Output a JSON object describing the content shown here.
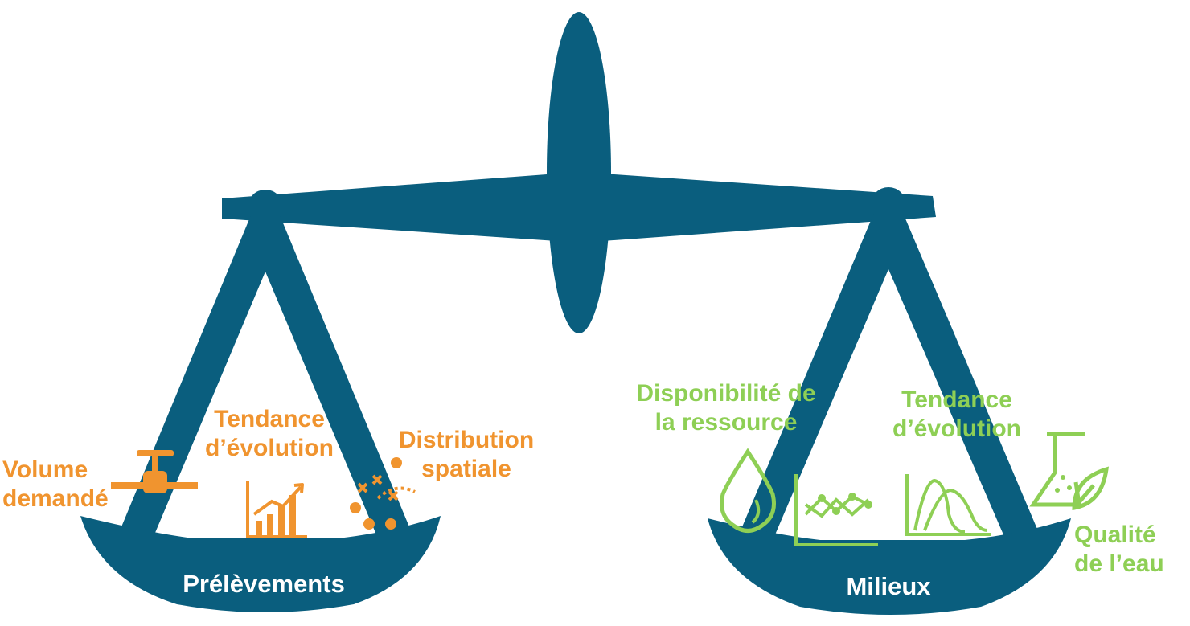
{
  "colors": {
    "scale": "#0A5E7E",
    "prelevements": "#F0942F",
    "milieux": "#8ECF55",
    "pan_text": "#FFFFFF"
  },
  "left_pan": {
    "title": "Prélèvements",
    "items": {
      "volume": "Volume\ndemandé",
      "tendance": "Tendance\nd’évolution",
      "distribution": "Distribution\nspatiale"
    },
    "icons": [
      "valve-icon",
      "growth-bar-chart-icon",
      "scatter-points-icon"
    ]
  },
  "right_pan": {
    "title": "Milieux",
    "items": {
      "disponibilite": "Disponibilité de\nla ressource",
      "tendance": "Tendance\nd’évolution",
      "qualite": "Qualité\nde l’eau"
    },
    "icons": [
      "water-drop-icon",
      "line-chart-icon",
      "distribution-curve-icon",
      "flask-leaf-icon"
    ]
  }
}
